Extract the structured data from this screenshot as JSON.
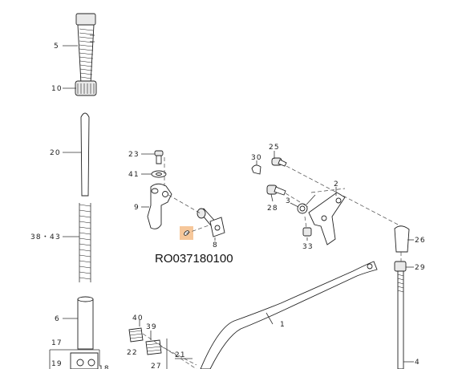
{
  "diagram": {
    "part_code": "RO037180100",
    "highlight_color": "#f6c79a",
    "callouts": [
      "5",
      "10",
      "20",
      "38・43",
      "6",
      "17",
      "19",
      "18",
      "23",
      "41",
      "9",
      "8",
      "30",
      "25",
      "2",
      "3",
      "28",
      "33",
      "26",
      "29",
      "1",
      "4",
      "40",
      "39",
      "22",
      "27",
      "21"
    ]
  }
}
